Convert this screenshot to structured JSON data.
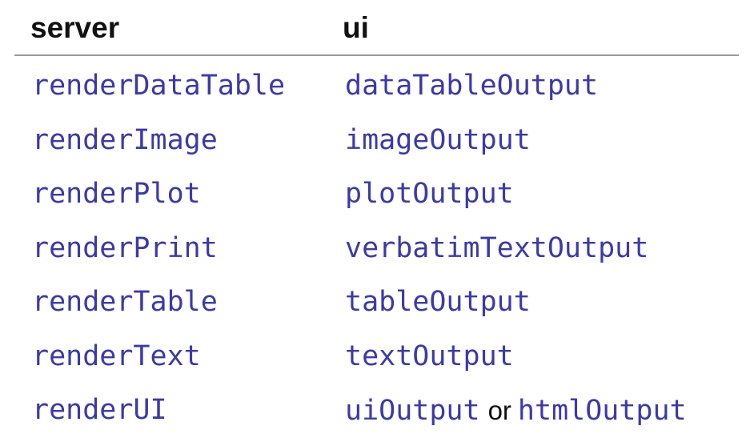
{
  "header": {
    "server": "server",
    "ui": "ui"
  },
  "rows": [
    {
      "server": "renderDataTable",
      "ui": "dataTableOutput"
    },
    {
      "server": "renderImage",
      "ui": "imageOutput"
    },
    {
      "server": "renderPlot",
      "ui": "plotOutput"
    },
    {
      "server": "renderPrint",
      "ui": "verbatimTextOutput"
    },
    {
      "server": "renderTable",
      "ui": "tableOutput"
    },
    {
      "server": "renderText",
      "ui": "textOutput"
    },
    {
      "server": "renderUI",
      "ui": "uiOutput",
      "joiner": "or",
      "ui_alt": "htmlOutput"
    }
  ],
  "colors": {
    "code": "#3b3aa8",
    "header_text": "#111111",
    "rule": "#9a9a9a"
  }
}
